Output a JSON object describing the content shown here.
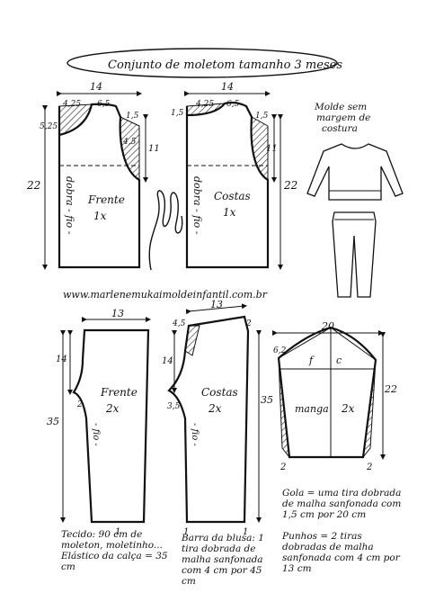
{
  "title": "Conjunto de moletom tamanho 3 meses",
  "website": "www.marlenemukaimoldeinfantil.com.br",
  "signature": "Marlene Mukai",
  "molde_note": "Molde sem margem de costura",
  "pieces": {
    "frente_top": {
      "name": "Frente",
      "qty": "1x",
      "fold": "dobra - fio -",
      "width": "14",
      "neck": "4,25",
      "shoulder": "6,5",
      "drop": "1,5",
      "neck_depth": "5,25",
      "armhole_depth": "11",
      "armhole_curve": "4,5",
      "length": "22"
    },
    "costas_top": {
      "name": "Costas",
      "qty": "1x",
      "fold": "dobra - fio -",
      "width": "14",
      "neck": "4,25",
      "shoulder": "6,5",
      "drop": "1,5",
      "neck_depth": "1,5",
      "armhole_depth": "11",
      "length": "22"
    },
    "manga": {
      "name": "manga",
      "qty": "2x",
      "width": "20",
      "cap": "6,2",
      "f_label": "f",
      "c_label": "c",
      "height": "22",
      "cuff_left": "2",
      "cuff_right": "2"
    },
    "frente_pant": {
      "name": "Frente",
      "qty": "2x",
      "fio": "- fio -",
      "width": "13",
      "crotch": "14",
      "crotch_ext": "2",
      "length": "35",
      "bottom": "1"
    },
    "costas_pant": {
      "name": "Costas",
      "qty": "2x",
      "fio": "- fio -",
      "width": "13",
      "top_rise": "4,5",
      "crotch": "14",
      "crotch_ext": "3,5",
      "extra": "2",
      "length": "35",
      "bottom_left": "1",
      "bottom_right": "1"
    }
  },
  "notes": {
    "tecido": "Tecido: 90 cm de moleton, moletinho... Elástico da calça = 35 cm",
    "barra": "Barra da blusa: 1 tira dobrada de malha sanfonada com 4 cm por 45 cm",
    "gola": "Gola = uma tira dobrada de malha sanfonada com 1,5 cm por 20 cm",
    "punhos": "Punhos = 2 tiras dobradas de malha sanfonada com 4 cm por 13 cm"
  }
}
